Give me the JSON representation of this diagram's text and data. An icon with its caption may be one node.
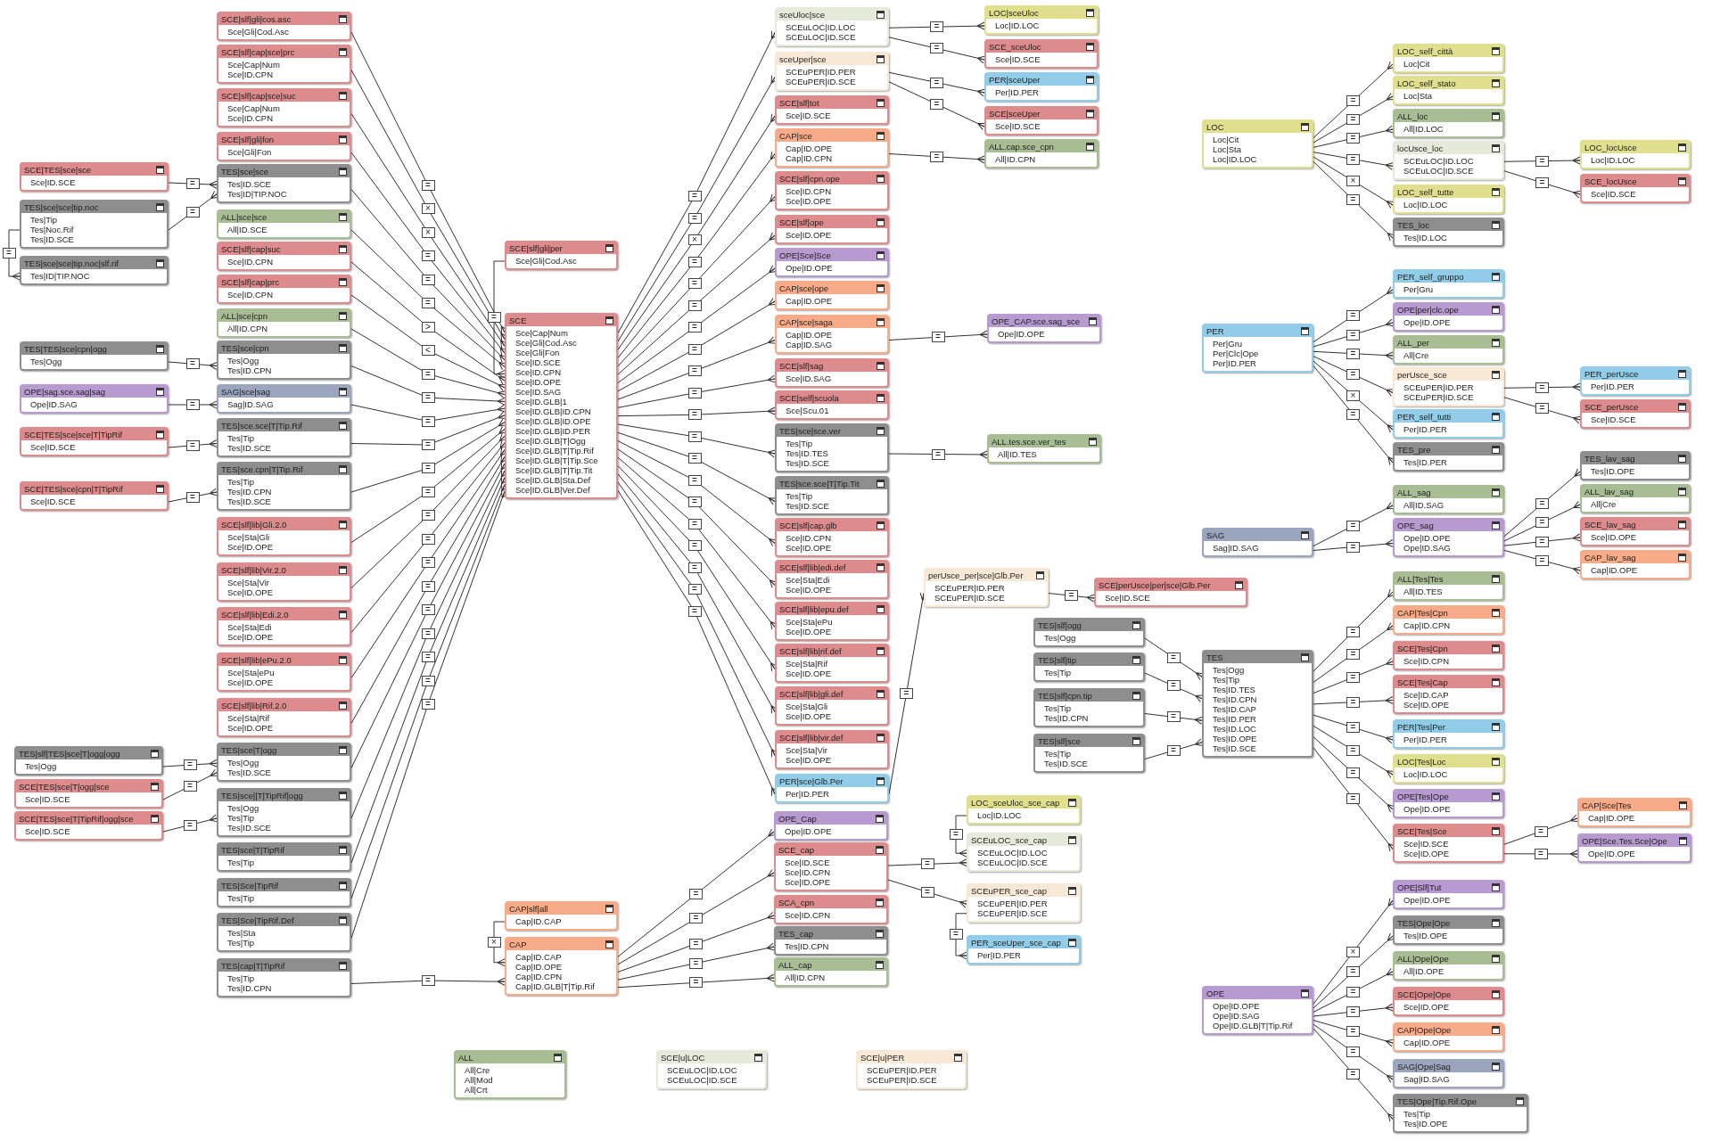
{
  "diagram": {
    "nodes": [
      {
        "text": [
          "SCE|TES|sce|sce",
          "Sce|ID.SCE"
        ]
      },
      {
        "text": [
          "TES|sce|sce|tip.noc",
          "Tes|Tip",
          "Tes|Noc.Rif",
          "Tes|ID.SCE"
        ]
      },
      {
        "text": [
          "TES|sce|sce|tip.noc|slf.rif",
          "Tes|ID|TIP.NOC"
        ]
      },
      {
        "text": [
          "TES|TES|sce|cpn|ogg",
          "Tes|Ogg"
        ]
      },
      {
        "text": [
          "OPE|sag.sce.sag|sag",
          "Ope|ID.SAG"
        ]
      },
      {
        "text": [
          "SCE|TES|sce|sce|T|TipRif",
          "Sce|ID.SCE"
        ]
      },
      {
        "text": [
          "SCE|TES|sce|cpn|T|TipRif",
          "Sce|ID.SCE"
        ]
      },
      {
        "text": [
          "TES|slf|TES|sce|T|ogg|ogg",
          "Tes|Ogg"
        ]
      },
      {
        "text": [
          "SCE|TES|sce|T|ogg|sce",
          "Sce|ID.SCE"
        ]
      },
      {
        "text": [
          "SCE|TES|sce|T|TipRif|ogg|sce",
          "Sce|ID.SCE"
        ]
      },
      {
        "text": [
          "SCE|slf|gli|cos.asc",
          "Sce|Gli|Cod.Asc"
        ]
      },
      {
        "text": [
          "SCE|slf|cap|sce|prc",
          "Sce|Cap|Num",
          "Sce|ID.CPN"
        ]
      },
      {
        "text": [
          "SCE|slf|cap|sce|suc",
          "Sce|Cap|Num",
          "Sce|ID.CPN"
        ]
      },
      {
        "text": [
          "SCE|slf|gli|fon",
          "Sce|Gli|Fon"
        ]
      },
      {
        "text": [
          "TES|sce|sce",
          "Tes|ID.SCE",
          "Tes|ID|TIP.NOC"
        ]
      },
      {
        "text": [
          "ALL|sce|sce",
          "All|ID.SCE"
        ]
      },
      {
        "text": [
          "SCE|slf|cap|suc",
          "Sce|ID.CPN"
        ]
      },
      {
        "text": [
          "SCE|slf|cap|prc",
          "Sce|ID.CPN"
        ]
      },
      {
        "text": [
          "ALL|sce|cpn",
          "All|ID.CPN"
        ]
      },
      {
        "text": [
          "TES|sce|cpn",
          "Tes|Ogg",
          "Tes|ID.CPN"
        ]
      },
      {
        "text": [
          "SAG|sce|sag",
          "Sag|ID.SAG"
        ]
      },
      {
        "text": [
          "TES|sce.sce|T|Tip.Rif",
          "Tes|Tip",
          "Tes|ID.SCE"
        ]
      },
      {
        "text": [
          "TES|sce.cpn|T|Tip.Rif",
          "Tes|Tip",
          "Tes|ID.CPN",
          "Tes|ID.SCE"
        ]
      },
      {
        "text": [
          "SCE|slf|lib|Gli.2.0",
          "Sce|Sta|Gli",
          "Sce|ID.OPE"
        ]
      },
      {
        "text": [
          "SCE|slf|lib|Vir.2.0",
          "Sce|Sta|Vir",
          "Sce|ID.OPE"
        ]
      },
      {
        "text": [
          "SCE|slf|lib|Edi.2.0",
          "Sce|Sta|Edi",
          "Sce|ID.OPE"
        ]
      },
      {
        "text": [
          "SCE|slf|lib|ePu.2.0",
          "Sce|Sta|ePu",
          "Sce|ID.OPE"
        ]
      },
      {
        "text": [
          "SCE|slf|lib|Rif.2.0",
          "Sce|Sta|Rif",
          "Sce|ID.OPE"
        ]
      },
      {
        "text": [
          "TES|sce|T|ogg",
          "Tes|Ogg",
          "Tes|ID.SCE"
        ]
      },
      {
        "text": [
          "TES|sce||T|TipRif|ogg",
          "Tes|Ogg",
          "Tes|Tip",
          "Tes|ID.SCE"
        ]
      },
      {
        "text": [
          "TES|sce|T|TipRif",
          "Tes|Tip"
        ]
      },
      {
        "text": [
          "TES|Sce|TipRif",
          "Tes|Tip"
        ]
      },
      {
        "text": [
          "TES|Sce|TipRif.Def",
          "Tes|Sta",
          "Tes|Tip"
        ]
      },
      {
        "text": [
          "TES|cap|T|TipRif",
          "Tes|Tip",
          "Tes|ID.CPN"
        ]
      },
      {
        "text": [
          "SCE|slf|gli|per",
          "Sce|Gli|Cod.Asc"
        ]
      },
      {
        "text": [
          "SCE",
          "Sce|Cap|Num",
          "Sce|Gli|Cod.Asc",
          "Sce|Gli|Fon",
          "Sce|ID.SCE",
          "Sce|ID.CPN",
          "Sce|ID.OPE",
          "Sce|ID.SAG",
          "Sce|ID.GLB|1",
          "Sce|ID.GLB|ID.CPN",
          "Sce|ID.GLB|ID.OPE",
          "Sce|ID.GLB|ID.PER",
          "Sce|ID.GLB|T|Ogg",
          "Sce|ID.GLB|T|Tip.Rif",
          "Sce|ID.GLB|T|Tip.Sce",
          "Sce|ID.GLB|T|Tip.Tit",
          "Sce|ID.GLB|Sta.Def",
          "Sce|ID.GLB|Ver.Def"
        ]
      },
      {
        "text": [
          "sceUloc|sce",
          "SCEuLOC|ID.LOC",
          "SCEuLOC|ID.SCE"
        ]
      },
      {
        "text": [
          "sceUper|sce",
          "SCEuPER|ID.PER",
          "SCEuPER|ID.SCE"
        ]
      },
      {
        "text": [
          "SCE|slf|tot",
          "Sce|ID.SCE"
        ]
      },
      {
        "text": [
          "CAP|sce",
          "Cap|ID.OPE",
          "Cap|ID.CPN"
        ]
      },
      {
        "text": [
          "SCE|slf|cpn.ope",
          "Sce|ID.CPN",
          "Sce|ID.OPE"
        ]
      },
      {
        "text": [
          "SCE|slf|ope",
          "Sce|ID.OPE"
        ]
      },
      {
        "text": [
          "OPE|Sce|Sce",
          "Ope|ID.OPE"
        ]
      },
      {
        "text": [
          "CAP|sce|ope",
          "Cap|ID.OPE"
        ]
      },
      {
        "text": [
          "CAP|sce|saga",
          "Cap|ID.OPE",
          "Cap|ID.SAG"
        ]
      },
      {
        "text": [
          "SCE|slf|sag",
          "Sce|ID.SAG"
        ]
      },
      {
        "text": [
          "SCE|self|scuola",
          "Sce|Scu.01"
        ]
      },
      {
        "text": [
          "TES|sce|sce.ver",
          "Tes|Tip",
          "Tes|ID.TES",
          "Tes|ID.SCE"
        ]
      },
      {
        "text": [
          "TES|sce.sce|T|Tip.Tit",
          "Tes|Tip",
          "Tes|ID.SCE"
        ]
      },
      {
        "text": [
          "SCE|slf|cap.glb",
          "Sce|ID.CPN",
          "Sce|ID.OPE"
        ]
      },
      {
        "text": [
          "SCE|slf|lib|edi.def",
          "Sce|Sta|Edi",
          "Sce|ID.OPE"
        ]
      },
      {
        "text": [
          "SCE|slf|lib|epu.def",
          "Sce|Sta|ePu",
          "Sce|ID.OPE"
        ]
      },
      {
        "text": [
          "SCE|slf|lib|rif.def",
          "Sce|Sta|Rif",
          "Sce|ID.OPE"
        ]
      },
      {
        "text": [
          "SCE|slf|lib|gli.def",
          "Sce|Sta|Gli",
          "Sce|ID.OPE"
        ]
      },
      {
        "text": [
          "SCE|slf|lib|vir.def",
          "Sce|Sta|Vir",
          "Sce|ID.OPE"
        ]
      },
      {
        "text": [
          "PER|sce|Glb.Per",
          "Per|ID.PER"
        ]
      },
      {
        "text": [
          "OPE_Cap",
          "Ope|ID.OPE"
        ]
      },
      {
        "text": [
          "SCE_cap",
          "Sce|ID.SCE",
          "Sce|ID.CPN",
          "Sce|ID.OPE"
        ]
      },
      {
        "text": [
          "SCA_cpn",
          "Sce|ID.CPN"
        ]
      },
      {
        "text": [
          "TES_cap",
          "Tes|ID.CPN"
        ]
      },
      {
        "text": [
          "ALL_cap",
          "All|ID.CPN"
        ]
      },
      {
        "text": [
          "CAP|slf|all",
          "Cap|ID.CAP"
        ]
      },
      {
        "text": [
          "CAP",
          "Cap|ID.CAP",
          "Cap|ID.OPE",
          "Cap|ID.CPN",
          "Cap|ID.GLB|T|Tip.Rif"
        ]
      },
      {
        "text": [
          "ALL",
          "All|Cre",
          "All|Mod",
          "All|Crt"
        ]
      },
      {
        "text": [
          "SCE|u|LOC",
          "SCEuLOC|ID.LOC",
          "SCEuLOC|ID.SCE"
        ]
      },
      {
        "text": [
          "SCE|u|PER",
          "SCEuPER|ID.PER",
          "SCEuPER|ID.SCE"
        ]
      },
      {
        "text": [
          "LOC_sceUloc_sce_cap",
          "Loc|ID.LOC"
        ]
      },
      {
        "text": [
          "SCEuLOC_sce_cap",
          "SCEuLOC|ID.LOC",
          "SCEuLOC|ID.SCE"
        ]
      },
      {
        "text": [
          "SCEuPER_sce_cap",
          "SCEuPER|ID.PER",
          "SCEuPER|ID.SCE"
        ]
      },
      {
        "text": [
          "PER_sceUper_sce_cap",
          "Per|ID.PER"
        ]
      },
      {
        "text": [
          "perUsce_per|sce|Glb.Per",
          "SCEuPER|ID.PER",
          "SCEuPER|ID.SCE"
        ]
      },
      {
        "text": [
          "SCE|perUsce|per|sce|Glb.Per",
          "Sce|ID.SCE"
        ]
      },
      {
        "text": [
          "LOC|sceUloc",
          "Loc|ID.LOC"
        ]
      },
      {
        "text": [
          "SCE_sceUloc",
          "Sce|ID.SCE"
        ]
      },
      {
        "text": [
          "PER|sceUper",
          "Per|ID.PER"
        ]
      },
      {
        "text": [
          "SCE|sceUper",
          "Sce|ID.SCE"
        ]
      },
      {
        "text": [
          "ALL.cap.sce_cpn",
          "All|ID.CPN"
        ]
      },
      {
        "text": [
          "OPE_CAP.sce.sag_sce",
          "Ope|ID.OPE"
        ]
      },
      {
        "text": [
          "ALL.tes.sce.ver_tes",
          "All|ID.TES"
        ]
      },
      {
        "text": [
          "TES|slf|ogg",
          "Tes|Ogg"
        ]
      },
      {
        "text": [
          "TES|slf|tip",
          "Tes|Tip"
        ]
      },
      {
        "text": [
          "TES|slf|cpn.tip",
          "Tes|Tip",
          "Tes|ID.CPN"
        ]
      },
      {
        "text": [
          "TES|slf|sce",
          "Tes|Tip",
          "Tes|ID.SCE"
        ]
      },
      {
        "text": [
          "TES",
          "Tes|Ogg",
          "Tes|Tip",
          "Tes|ID.TES",
          "Tes|ID.CPN",
          "Tes|ID.CAP",
          "Tes|ID.PER",
          "Tes|ID.LOC",
          "Tes|ID.OPE",
          "Tes|ID.SCE"
        ]
      },
      {
        "text": [
          "ALL|Tes|Tes",
          "All|ID.TES"
        ]
      },
      {
        "text": [
          "CAP|Tes|Cpn",
          "Cap|ID.CPN"
        ]
      },
      {
        "text": [
          "SCE|Tes|Cpn",
          "Sce|ID.CPN"
        ]
      },
      {
        "text": [
          "SCE|Tes|Cap",
          "Sce|ID.CAP",
          "Sce|ID.OPE"
        ]
      },
      {
        "text": [
          "PER|Tes|Per",
          "Per|ID.PER"
        ]
      },
      {
        "text": [
          "LOC|Tes|Loc",
          "Loc|ID.LOC"
        ]
      },
      {
        "text": [
          "OPE|Tes|Ope",
          "Ope|ID.OPE"
        ]
      },
      {
        "text": [
          "SCE|Tes|Sce",
          "Sce|ID.SCE",
          "Sce|ID.OPE"
        ]
      },
      {
        "text": [
          "CAP|Sce|Tes",
          "Cap|ID.OPE"
        ]
      },
      {
        "text": [
          "OPE|Sce.Tes.Sce|Ope",
          "Ope|ID.OPE"
        ]
      },
      {
        "text": [
          "OPE",
          "Ope|ID.OPE",
          "Ope|ID.SAG",
          "Ope|ID.GLB|T|Tip.Rif"
        ]
      },
      {
        "text": [
          "OPE|Slf|Tut",
          "Ope|ID.OPE"
        ]
      },
      {
        "text": [
          "TES|Ope|Ope",
          "Tes|ID.OPE"
        ]
      },
      {
        "text": [
          "ALL|Ope|Ope",
          "All|ID.OPE"
        ]
      },
      {
        "text": [
          "SCE|Ope|Ope",
          "Sce|ID.OPE"
        ]
      },
      {
        "text": [
          "CAP|Ope|Ope",
          "Cap|ID.OPE"
        ]
      },
      {
        "text": [
          "SAG|Ope|Sag",
          "Sag|ID.SAG"
        ]
      },
      {
        "text": [
          "TES|Ope|Tip.Rif.Ope",
          "Tes|Tip",
          "Tes|ID.OPE"
        ]
      },
      {
        "text": [
          "LOC",
          "Loc|Cit",
          "Loc|Sta",
          "Loc|ID.LOC"
        ]
      },
      {
        "text": [
          "LOC_self_città",
          "Loc|Cit"
        ]
      },
      {
        "text": [
          "LOC_self_stato",
          "Loc|Sta"
        ]
      },
      {
        "text": [
          "ALL_loc",
          "All|ID.LOC"
        ]
      },
      {
        "text": [
          "locUsce_loc",
          "SCEuLOC|ID.LOC",
          "SCEuLOC|ID.SCE"
        ]
      },
      {
        "text": [
          "LOC_self_tutte",
          "Loc|ID.LOC"
        ]
      },
      {
        "text": [
          "TES_loc",
          "Tes|ID.LOC"
        ]
      },
      {
        "text": [
          "LOC_locUsce",
          "Loc|ID.LOC"
        ]
      },
      {
        "text": [
          "SCE_locUsce",
          "Sce|ID.SCE"
        ]
      },
      {
        "text": [
          "PER",
          "Per|Gru",
          "Per|Clc|Ope",
          "Per|ID.PER"
        ]
      },
      {
        "text": [
          "PER_self_gruppo",
          "Per|Gru"
        ]
      },
      {
        "text": [
          "OPE|per|clc.ope",
          "Ope|ID.OPE"
        ]
      },
      {
        "text": [
          "ALL_per",
          "All|Cre"
        ]
      },
      {
        "text": [
          "perUsce_sce",
          "SCEuPER|ID.PER",
          "SCEuPER|ID.SCE"
        ]
      },
      {
        "text": [
          "PER_self_tutti",
          "Per|ID.PER"
        ]
      },
      {
        "text": [
          "TES_pre",
          "Tes|ID.PER"
        ]
      },
      {
        "text": [
          "PER_perUsce",
          "Per|ID.PER"
        ]
      },
      {
        "text": [
          "SCE_perUsce",
          "Sce|ID.SCE"
        ]
      },
      {
        "text": [
          "SAG",
          "Sag|ID.SAG"
        ]
      },
      {
        "text": [
          "ALL_sag",
          "All|ID.SAG"
        ]
      },
      {
        "text": [
          "OPE_sag",
          "Ope|ID.OPE",
          "Ope|ID.SAG"
        ]
      },
      {
        "text": [
          "TES_lav_sag",
          "Tes|ID.OPE"
        ]
      },
      {
        "text": [
          "ALL_lav_sag",
          "All|Cre"
        ]
      },
      {
        "text": [
          "SCE_lav_sag",
          "Sce|ID.OPE"
        ]
      },
      {
        "text": [
          "CAP_lav_sag",
          "Cap|ID.OPE"
        ]
      }
    ],
    "edges": [
      {
        "from": 0,
        "to": 14,
        "arrow": "other",
        "label": "="
      },
      {
        "from": 1,
        "to": 14,
        "arrow": "other",
        "label": "="
      },
      {
        "from": 1,
        "to": 2,
        "arrow": "other",
        "label": "="
      },
      {
        "from": 3,
        "to": 19,
        "arrow": "other",
        "label": "="
      },
      {
        "from": 4,
        "to": 20,
        "arrow": "other",
        "label": "="
      },
      {
        "from": 5,
        "to": 21,
        "arrow": "other",
        "label": "="
      },
      {
        "from": 6,
        "to": 22,
        "arrow": "other",
        "label": "="
      },
      {
        "from": 7,
        "to": 28,
        "arrow": "other",
        "label": "="
      },
      {
        "from": 8,
        "to": 28,
        "arrow": "other",
        "label": "="
      },
      {
        "from": 9,
        "to": 29,
        "arrow": "other",
        "label": "="
      },
      {
        "from": 10,
        "to": 35,
        "arrow": "other",
        "label": "="
      },
      {
        "from": 11,
        "to": 35,
        "arrow": "other",
        "label": "×"
      },
      {
        "from": 12,
        "to": 35,
        "arrow": "other",
        "label": "×"
      },
      {
        "from": 13,
        "to": 35,
        "arrow": "other",
        "label": "="
      },
      {
        "from": 14,
        "to": 35,
        "arrow": "other",
        "label": "="
      },
      {
        "from": 15,
        "to": 35,
        "arrow": "other",
        "label": "="
      },
      {
        "from": 16,
        "to": 35,
        "arrow": "other",
        "label": ">"
      },
      {
        "from": 17,
        "to": 35,
        "arrow": "other",
        "label": "<"
      },
      {
        "from": 18,
        "to": 35,
        "arrow": "other",
        "label": "="
      },
      {
        "from": 19,
        "to": 35,
        "arrow": "other",
        "label": "="
      },
      {
        "from": 20,
        "to": 35,
        "arrow": "other",
        "label": "="
      },
      {
        "from": 21,
        "to": 35,
        "arrow": "other",
        "label": "="
      },
      {
        "from": 22,
        "to": 35,
        "arrow": "other",
        "label": "="
      },
      {
        "from": 23,
        "to": 35,
        "arrow": "other",
        "label": "="
      },
      {
        "from": 24,
        "to": 35,
        "arrow": "other",
        "label": "="
      },
      {
        "from": 25,
        "to": 35,
        "arrow": "other",
        "label": "="
      },
      {
        "from": 26,
        "to": 35,
        "arrow": "other",
        "label": "="
      },
      {
        "from": 27,
        "to": 35,
        "arrow": "other",
        "label": "="
      },
      {
        "from": 28,
        "to": 35,
        "arrow": "other",
        "label": "="
      },
      {
        "from": 29,
        "to": 35,
        "arrow": "other",
        "label": "="
      },
      {
        "from": 30,
        "to": 35,
        "arrow": "other",
        "label": "="
      },
      {
        "from": 31,
        "to": 35,
        "arrow": "other",
        "label": "="
      },
      {
        "from": 32,
        "to": 35,
        "arrow": "other",
        "label": "="
      },
      {
        "from": 33,
        "to": 62,
        "arrow": "other",
        "label": "="
      },
      {
        "from": 34,
        "to": 35,
        "arrow": "other",
        "label": "="
      },
      {
        "from": 35,
        "to": 36,
        "arrow": "other",
        "label": "="
      },
      {
        "from": 35,
        "to": 37,
        "arrow": "other",
        "label": "="
      },
      {
        "from": 35,
        "to": 38,
        "arrow": "other",
        "label": "×"
      },
      {
        "from": 35,
        "to": 39,
        "arrow": "other",
        "label": "="
      },
      {
        "from": 35,
        "to": 40,
        "arrow": "other",
        "label": "="
      },
      {
        "from": 35,
        "to": 41,
        "arrow": "other",
        "label": "="
      },
      {
        "from": 35,
        "to": 42,
        "arrow": "other",
        "label": "="
      },
      {
        "from": 35,
        "to": 43,
        "arrow": "other",
        "label": "="
      },
      {
        "from": 35,
        "to": 44,
        "arrow": "other",
        "label": "="
      },
      {
        "from": 35,
        "to": 45,
        "arrow": "other",
        "label": "="
      },
      {
        "from": 35,
        "to": 46,
        "arrow": "other",
        "label": "="
      },
      {
        "from": 35,
        "to": 47,
        "arrow": "other",
        "label": "="
      },
      {
        "from": 35,
        "to": 48,
        "arrow": "other",
        "label": "="
      },
      {
        "from": 35,
        "to": 49,
        "arrow": "other",
        "label": "="
      },
      {
        "from": 35,
        "to": 50,
        "arrow": "other",
        "label": "="
      },
      {
        "from": 35,
        "to": 51,
        "arrow": "other",
        "label": "="
      },
      {
        "from": 35,
        "to": 52,
        "arrow": "other",
        "label": "="
      },
      {
        "from": 35,
        "to": 53,
        "arrow": "other",
        "label": "="
      },
      {
        "from": 35,
        "to": 54,
        "arrow": "other",
        "label": "="
      },
      {
        "from": 35,
        "to": 55,
        "arrow": "other",
        "label": "="
      },
      {
        "from": 55,
        "to": 70,
        "arrow": "other",
        "label": "="
      },
      {
        "from": 70,
        "to": 71,
        "arrow": "other",
        "label": "="
      },
      {
        "from": 36,
        "to": 72,
        "arrow": "other",
        "label": "="
      },
      {
        "from": 36,
        "to": 73,
        "arrow": "other",
        "label": "="
      },
      {
        "from": 37,
        "to": 74,
        "arrow": "other",
        "label": "="
      },
      {
        "from": 37,
        "to": 75,
        "arrow": "other",
        "label": "="
      },
      {
        "from": 39,
        "to": 76,
        "arrow": "other",
        "label": "="
      },
      {
        "from": 44,
        "to": 77,
        "arrow": "other",
        "label": "="
      },
      {
        "from": 47,
        "to": 78,
        "arrow": "other",
        "label": "="
      },
      {
        "from": 61,
        "to": 62,
        "arrow": "other",
        "label": "×"
      },
      {
        "from": 62,
        "to": 56,
        "arrow": "other",
        "label": "="
      },
      {
        "from": 62,
        "to": 57,
        "arrow": "other",
        "label": "="
      },
      {
        "from": 62,
        "to": 58,
        "arrow": "other",
        "label": "="
      },
      {
        "from": 62,
        "to": 59,
        "arrow": "other",
        "label": "="
      },
      {
        "from": 62,
        "to": 60,
        "arrow": "other",
        "label": "="
      },
      {
        "from": 57,
        "to": 67,
        "arrow": "other",
        "label": "="
      },
      {
        "from": 57,
        "to": 68,
        "arrow": "other",
        "label": "="
      },
      {
        "from": 66,
        "to": 67,
        "arrow": "other",
        "label": "="
      },
      {
        "from": 68,
        "to": 69,
        "arrow": "other",
        "label": "="
      },
      {
        "from": 79,
        "to": 83,
        "arrow": "other",
        "label": "="
      },
      {
        "from": 80,
        "to": 83,
        "arrow": "other",
        "label": "="
      },
      {
        "from": 81,
        "to": 83,
        "arrow": "other",
        "label": "="
      },
      {
        "from": 82,
        "to": 83,
        "arrow": "other",
        "label": "="
      },
      {
        "from": 83,
        "to": 84,
        "arrow": "other",
        "label": "="
      },
      {
        "from": 83,
        "to": 85,
        "arrow": "other",
        "label": "="
      },
      {
        "from": 83,
        "to": 86,
        "arrow": "other",
        "label": "="
      },
      {
        "from": 83,
        "to": 87,
        "arrow": "other",
        "label": "="
      },
      {
        "from": 83,
        "to": 88,
        "arrow": "other",
        "label": "="
      },
      {
        "from": 83,
        "to": 89,
        "arrow": "other",
        "label": "="
      },
      {
        "from": 83,
        "to": 90,
        "arrow": "other",
        "label": "="
      },
      {
        "from": 83,
        "to": 91,
        "arrow": "other",
        "label": "="
      },
      {
        "from": 91,
        "to": 92,
        "arrow": "other",
        "label": "="
      },
      {
        "from": 91,
        "to": 93,
        "arrow": "other",
        "label": "="
      },
      {
        "from": 94,
        "to": 95,
        "arrow": "other",
        "label": "×"
      },
      {
        "from": 94,
        "to": 96,
        "arrow": "other",
        "label": "="
      },
      {
        "from": 94,
        "to": 97,
        "arrow": "other",
        "label": "="
      },
      {
        "from": 94,
        "to": 98,
        "arrow": "other",
        "label": "="
      },
      {
        "from": 94,
        "to": 99,
        "arrow": "other",
        "label": "="
      },
      {
        "from": 94,
        "to": 100,
        "arrow": "other",
        "label": "="
      },
      {
        "from": 94,
        "to": 101,
        "arrow": "other",
        "label": "="
      },
      {
        "from": 102,
        "to": 103,
        "arrow": "other",
        "label": "="
      },
      {
        "from": 102,
        "to": 104,
        "arrow": "other",
        "label": "="
      },
      {
        "from": 102,
        "to": 105,
        "arrow": "other",
        "label": "="
      },
      {
        "from": 102,
        "to": 106,
        "arrow": "other",
        "label": "="
      },
      {
        "from": 102,
        "to": 107,
        "arrow": "other",
        "label": "×"
      },
      {
        "from": 102,
        "to": 108,
        "arrow": "other",
        "label": "="
      },
      {
        "from": 106,
        "to": 109,
        "arrow": "other",
        "label": "="
      },
      {
        "from": 106,
        "to": 110,
        "arrow": "other",
        "label": "="
      },
      {
        "from": 111,
        "to": 112,
        "arrow": "other",
        "label": "="
      },
      {
        "from": 111,
        "to": 113,
        "arrow": "other",
        "label": "="
      },
      {
        "from": 111,
        "to": 114,
        "arrow": "other",
        "label": "="
      },
      {
        "from": 111,
        "to": 115,
        "arrow": "other",
        "label": "="
      },
      {
        "from": 111,
        "to": 116,
        "arrow": "other",
        "label": "×"
      },
      {
        "from": 111,
        "to": 117,
        "arrow": "other",
        "label": "="
      },
      {
        "from": 115,
        "to": 118,
        "arrow": "other",
        "label": "="
      },
      {
        "from": 115,
        "to": 119,
        "arrow": "other",
        "label": "="
      },
      {
        "from": 120,
        "to": 121,
        "arrow": "other",
        "label": "="
      },
      {
        "from": 120,
        "to": 122,
        "arrow": "other",
        "label": "="
      },
      {
        "from": 122,
        "to": 123,
        "arrow": "other",
        "label": "="
      },
      {
        "from": 122,
        "to": 124,
        "arrow": "other",
        "label": "="
      },
      {
        "from": 122,
        "to": 125,
        "arrow": "other",
        "label": "="
      },
      {
        "from": 122,
        "to": 126,
        "arrow": "other",
        "label": "="
      }
    ]
  }
}
